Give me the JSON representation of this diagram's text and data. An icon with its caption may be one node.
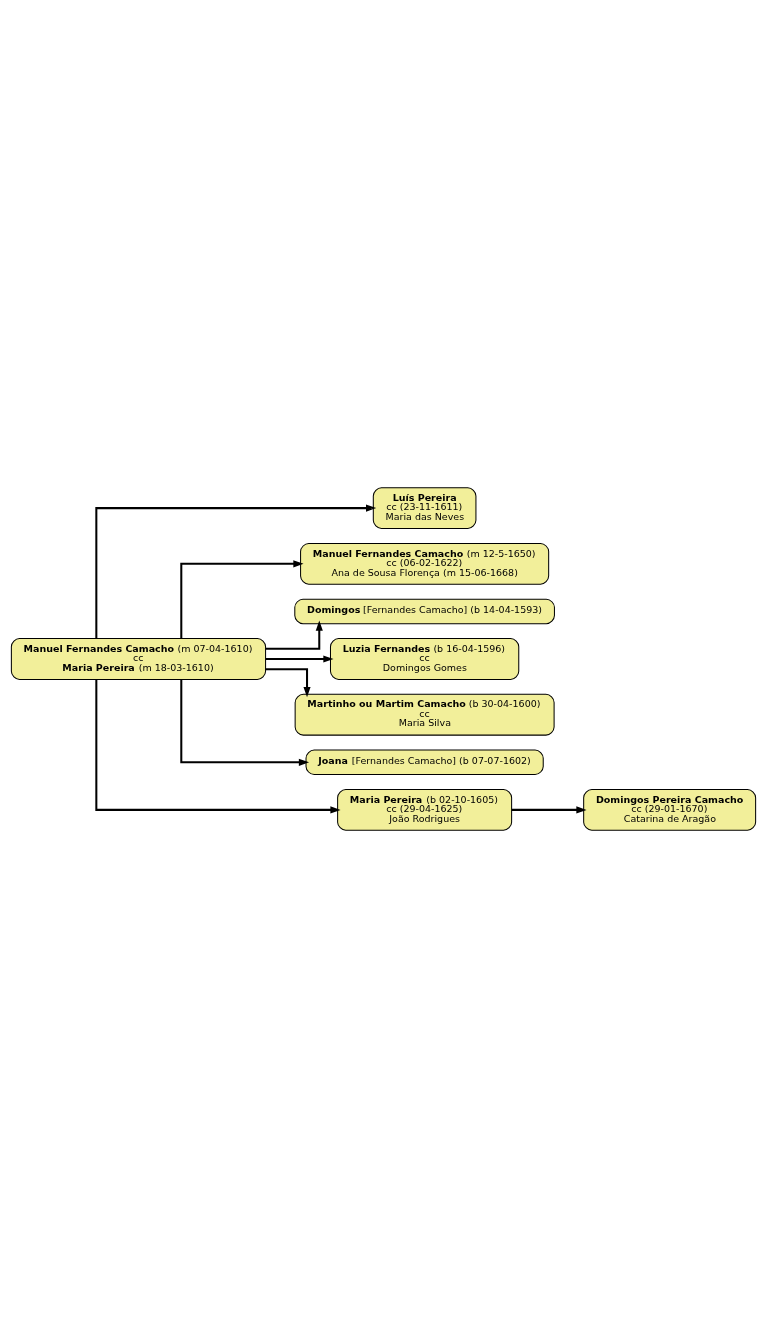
{
  "diagram": {
    "nodes": [
      {
        "text": [
          "**Manuel Fernandes Camacho** (m 07-04-1610)",
          "cc",
          "**Maria Pereira** (m 18-03-1610)"
        ]
      },
      {
        "text": [
          "**Luís Pereira**",
          "cc (23-11-1611)",
          "Maria das Neves"
        ]
      },
      {
        "text": [
          "**Manuel Fernandes Camacho** (m 12-5-1650)",
          "cc (06-02-1622)",
          "Ana de Sousa Florença (m 15-06-1668)"
        ]
      },
      {
        "text": [
          "**Domingos** [Fernandes Camacho] (b 14-04-1593)"
        ]
      },
      {
        "text": [
          "**Luzia Fernandes** (b 16-04-1596)",
          "cc",
          "Domingos Gomes"
        ]
      },
      {
        "text": [
          "**Martinho ou Martim Camacho** (b 30-04-1600)",
          "cc",
          "Maria Silva"
        ]
      },
      {
        "text": [
          "**Joana** [Fernandes Camacho] (b 07-07-1602)"
        ]
      },
      {
        "text": [
          "**Maria Pereira** (b 02-10-1605)",
          "cc (29-04-1625)",
          "João Rodrigues"
        ]
      },
      {
        "text": [
          "**Domingos Pereira Camacho**",
          "cc (29-01-1670)",
          "Catarina de Aragão"
        ]
      }
    ],
    "edges": [
      {
        "from": 0,
        "to": 1,
        "arrow": "to"
      },
      {
        "from": 0,
        "to": 2,
        "arrow": "to"
      },
      {
        "from": 0,
        "to": 3,
        "arrow": "to"
      },
      {
        "from": 0,
        "to": 4,
        "arrow": "to"
      },
      {
        "from": 0,
        "to": 5,
        "arrow": "to"
      },
      {
        "from": 0,
        "to": 6,
        "arrow": "to"
      },
      {
        "from": 0,
        "to": 7,
        "arrow": "to"
      },
      {
        "from": 7,
        "to": 8,
        "arrow": "to"
      }
    ]
  }
}
